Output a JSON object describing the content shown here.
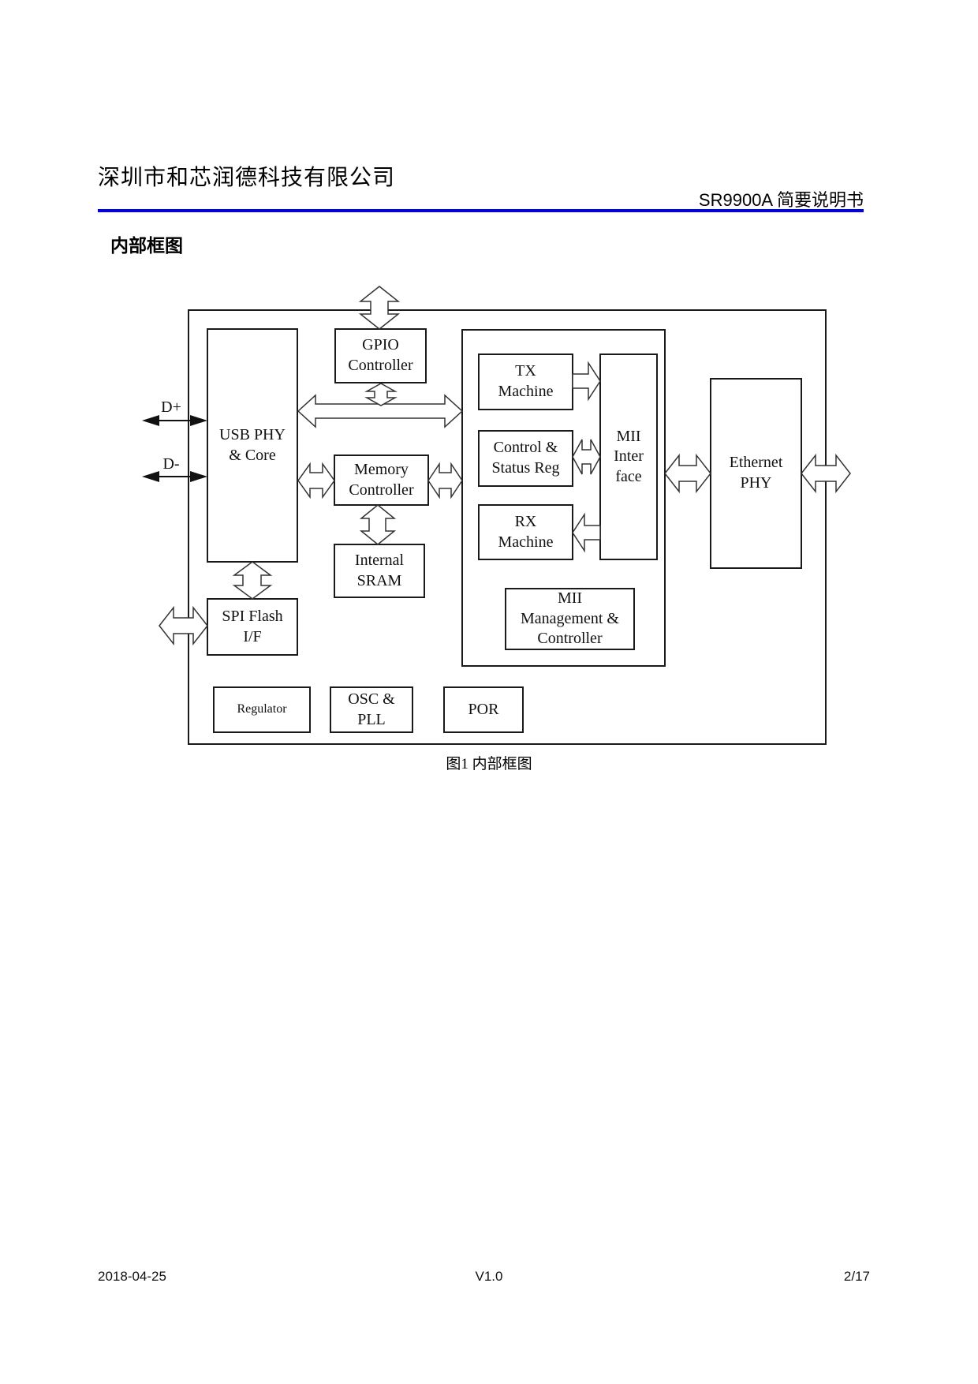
{
  "header": {
    "company": "深圳市和芯润德科技有限公司",
    "doc_title": "SR9900A 简要说明书"
  },
  "section_title": "内部框图",
  "diagram": {
    "caption": "图1 内部框图",
    "labels": {
      "d_plus": "D+",
      "d_minus": "D-"
    },
    "blocks": {
      "usb_phy": {
        "lines": [
          "USB PHY",
          "& Core"
        ]
      },
      "gpio": {
        "lines": [
          "GPIO",
          "Controller"
        ]
      },
      "memory": {
        "lines": [
          "Memory",
          "Controller"
        ]
      },
      "sram": {
        "lines": [
          "Internal",
          "SRAM"
        ]
      },
      "spi_flash": {
        "lines": [
          "SPI Flash",
          "I/F"
        ]
      },
      "tx_machine": {
        "lines": [
          "TX",
          "Machine"
        ]
      },
      "control_status": {
        "lines": [
          "Control &",
          "Status Reg"
        ]
      },
      "rx_machine": {
        "lines": [
          "RX",
          "Machine"
        ]
      },
      "mii_interface": {
        "lines": [
          "MII",
          "Inter",
          "face"
        ]
      },
      "mii_management": {
        "lines": [
          "MII",
          "Management &",
          "Controller"
        ]
      },
      "ethernet_phy": {
        "lines": [
          "Ethernet",
          "PHY"
        ]
      },
      "regulator": {
        "lines": [
          "Regulator"
        ]
      },
      "osc_pll": {
        "lines": [
          "OSC &",
          "PLL"
        ]
      },
      "por": {
        "lines": [
          "POR"
        ]
      }
    }
  },
  "footer": {
    "date": "2018-04-25",
    "version": "V1.0",
    "page": "2/17"
  },
  "colors": {
    "rule_blue": "#0000EE",
    "diagram_line": "#1a1a1a",
    "arrow_line": "#333333"
  }
}
